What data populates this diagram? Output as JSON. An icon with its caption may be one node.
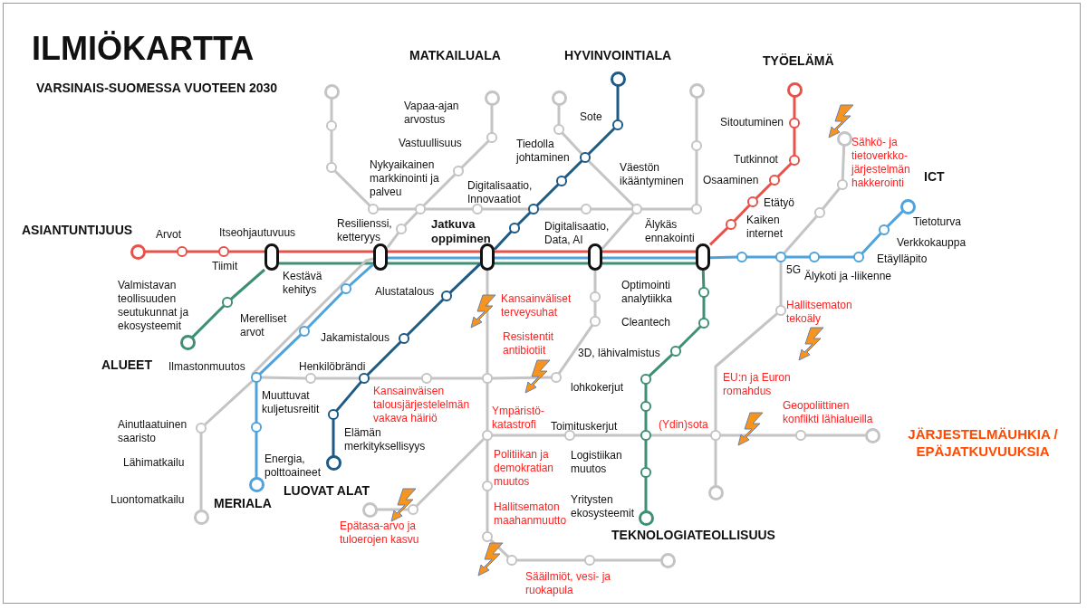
{
  "diagram": {
    "title": "ILMIÖKARTTA",
    "nodes": [
      {
        "text": [],
        "shape": "circle"
      },
      {
        "text": [],
        "shape": "circle",
        "beside": [
          "Arvot"
        ]
      },
      {
        "text": [],
        "shape": "circle",
        "beside": [
          "Tiimit"
        ]
      },
      {
        "text": [],
        "shape": "box",
        "beside": [
          "Itseohjautuvuus"
        ]
      },
      {
        "text": [],
        "shape": "box",
        "beside": [
          "Resilienssi, ketteryys"
        ]
      },
      {
        "text": [],
        "shape": "box",
        "beside": [
          "Jatkuva oppiminen"
        ]
      },
      {
        "text": [],
        "shape": "box",
        "beside": [
          "Digitalisaatio, Data, AI"
        ]
      },
      {
        "text": [],
        "shape": "box",
        "beside": [
          "Älykäs ennakointi"
        ]
      },
      {
        "text": [],
        "shape": "circle"
      },
      {
        "text": [],
        "shape": "circle",
        "beside": [
          "Etätyö"
        ]
      },
      {
        "text": [],
        "shape": "circle",
        "beside": [
          "Osaaminen"
        ]
      },
      {
        "text": [],
        "shape": "circle",
        "beside": [
          "Tutkinnot"
        ]
      },
      {
        "text": [],
        "shape": "circle",
        "beside": [
          "Sitoutuminen"
        ]
      },
      {
        "text": [],
        "shape": "circle"
      },
      {
        "text": [],
        "shape": "circle",
        "beside": [
          "Valmistavan teollisuuden seutukunnat ja ekosysteemit"
        ]
      },
      {
        "text": [],
        "shape": "circle"
      },
      {
        "text": [],
        "shape": "circle",
        "beside": [
          "Optimointi analytiikka"
        ]
      },
      {
        "text": [],
        "shape": "circle",
        "beside": [
          "Cleantech"
        ]
      },
      {
        "text": [],
        "shape": "circle",
        "beside": [
          "3D, lähivalmistus"
        ]
      },
      {
        "text": [],
        "shape": "circle"
      },
      {
        "text": [],
        "shape": "circle"
      },
      {
        "text": [],
        "shape": "circle"
      },
      {
        "text": [],
        "shape": "circle"
      },
      {
        "text": [],
        "shape": "circle"
      },
      {
        "text": [],
        "shape": "circle",
        "beside": [
          "Energia, polttoaineet"
        ]
      },
      {
        "text": [],
        "shape": "circle",
        "beside": [
          "Muuttuvat kuljetusreitit"
        ]
      },
      {
        "text": [],
        "shape": "circle",
        "beside": [
          "Ilmastonmuutos"
        ]
      },
      {
        "text": [],
        "shape": "circle",
        "beside": [
          "Merelliset arvot"
        ]
      },
      {
        "text": [],
        "shape": "circle"
      },
      {
        "text": [],
        "shape": "circle",
        "beside": [
          "Kaiken internet"
        ]
      },
      {
        "text": [],
        "shape": "circle",
        "beside": [
          "5G"
        ]
      },
      {
        "text": [],
        "shape": "circle",
        "beside": [
          "Älykoti ja -liikenne"
        ]
      },
      {
        "text": [],
        "shape": "circle",
        "beside": [
          "Etäylläpito"
        ]
      },
      {
        "text": [],
        "shape": "circle",
        "beside": [
          "Verkkokauppa"
        ]
      },
      {
        "text": [],
        "shape": "circle",
        "beside": [
          "Tietoturva"
        ]
      },
      {
        "text": [],
        "shape": "circle"
      },
      {
        "text": [],
        "shape": "circle",
        "beside": [
          "Elämän merkityksellisyys"
        ]
      },
      {
        "text": [],
        "shape": "circle",
        "beside": [
          "Henkilöbrändi"
        ]
      },
      {
        "text": [],
        "shape": "circle",
        "beside": [
          "Jakamistalous"
        ]
      },
      {
        "text": [],
        "shape": "circle",
        "beside": [
          "Alustatalous"
        ]
      },
      {
        "text": [],
        "shape": "circle"
      },
      {
        "text": [],
        "shape": "circle",
        "beside": [
          "Digitalisaatio, Innovaatiot"
        ]
      },
      {
        "text": [],
        "shape": "circle"
      },
      {
        "text": [],
        "shape": "circle",
        "beside": [
          "Tiedolla johtaminen"
        ]
      },
      {
        "text": [],
        "shape": "circle",
        "beside": [
          "Sote"
        ]
      },
      {
        "text": [],
        "shape": "circle"
      },
      {
        "text": [],
        "shape": "circle"
      },
      {
        "text": [],
        "shape": "circle"
      },
      {
        "text": [],
        "shape": "circle"
      },
      {
        "text": [],
        "shape": "circle"
      },
      {
        "text": [],
        "shape": "circle"
      },
      {
        "text": [],
        "shape": "circle"
      },
      {
        "text": [],
        "shape": "circle"
      },
      {
        "text": [],
        "shape": "circle"
      },
      {
        "text": [],
        "shape": "circle"
      },
      {
        "text": [],
        "shape": "circle"
      },
      {
        "text": [],
        "shape": "circle"
      },
      {
        "text": [],
        "shape": "circle"
      },
      {
        "text": [],
        "shape": "circle",
        "beside": [
          "Vastuullisuus"
        ]
      },
      {
        "text": [],
        "shape": "circle",
        "beside": [
          "Vapaa-ajan arvostus"
        ]
      },
      {
        "text": [],
        "shape": "circle"
      },
      {
        "text": [],
        "shape": "circle",
        "beside": [
          "Ainutlaatuinen saaristo"
        ]
      },
      {
        "text": [],
        "shape": "circle",
        "beside": [
          "Luontomatkailu"
        ]
      },
      {
        "text": [],
        "shape": "circle"
      },
      {
        "text": [],
        "shape": "circle"
      },
      {
        "text": [],
        "shape": "circle"
      },
      {
        "text": [],
        "shape": "circle"
      },
      {
        "text": [],
        "shape": "circle",
        "beside": [
          "lohkokerjut"
        ]
      },
      {
        "text": [],
        "shape": "circle"
      },
      {
        "text": [],
        "shape": "circle"
      },
      {
        "text": [],
        "shape": "circle"
      },
      {
        "text": [],
        "shape": "circle"
      },
      {
        "text": [],
        "shape": "circle"
      },
      {
        "text": [],
        "shape": "circle"
      },
      {
        "text": [],
        "shape": "circle"
      },
      {
        "text": [],
        "shape": "circle"
      },
      {
        "text": [],
        "shape": "circle"
      },
      {
        "text": [],
        "shape": "circle",
        "beside": [
          "Toimituskerjut"
        ]
      },
      {
        "text": [],
        "shape": "circle"
      },
      {
        "text": [],
        "shape": "circle"
      },
      {
        "text": [],
        "shape": "circle"
      },
      {
        "text": [],
        "shape": "circle"
      },
      {
        "text": [],
        "shape": "circle"
      },
      {
        "text": [],
        "shape": "circle"
      },
      {
        "text": [],
        "shape": "circle"
      },
      {
        "text": [],
        "shape": "circle"
      },
      {
        "text": [],
        "shape": "circle"
      },
      {
        "text": [],
        "shape": "circle"
      }
    ],
    "edges": [
      {
        "from": 0,
        "to": 1,
        "arrow": "none",
        "color": "#e8524a"
      },
      {
        "from": 1,
        "to": 2,
        "arrow": "none",
        "color": "#e8524a"
      },
      {
        "from": 2,
        "to": 3,
        "arrow": "none",
        "color": "#e8524a"
      },
      {
        "from": 3,
        "to": 4,
        "arrow": "none",
        "color": "#e8524a"
      },
      {
        "from": 4,
        "to": 5,
        "arrow": "none",
        "color": "#e8524a"
      },
      {
        "from": 5,
        "to": 6,
        "arrow": "none",
        "color": "#e8524a"
      },
      {
        "from": 6,
        "to": 7,
        "arrow": "none",
        "color": "#e8524a"
      },
      {
        "from": 7,
        "to": 8,
        "arrow": "none",
        "color": "#e8524a"
      },
      {
        "from": 8,
        "to": 9,
        "arrow": "none",
        "color": "#e8524a"
      },
      {
        "from": 9,
        "to": 10,
        "arrow": "none",
        "color": "#e8524a"
      },
      {
        "from": 10,
        "to": 11,
        "arrow": "none",
        "color": "#e8524a"
      },
      {
        "from": 11,
        "to": 12,
        "arrow": "none",
        "color": "#e8524a"
      },
      {
        "from": 12,
        "to": 13,
        "arrow": "none",
        "color": "#e8524a"
      },
      {
        "from": 14,
        "to": 15,
        "arrow": "none",
        "color": "#3f8f74"
      },
      {
        "from": 15,
        "to": 3,
        "arrow": "none",
        "color": "#3f8f74"
      },
      {
        "from": 3,
        "to": 4,
        "arrow": "none",
        "color": "#3f8f74"
      },
      {
        "from": 4,
        "to": 5,
        "arrow": "none",
        "color": "#3f8f74"
      },
      {
        "from": 5,
        "to": 6,
        "arrow": "none",
        "color": "#3f8f74"
      },
      {
        "from": 6,
        "to": 7,
        "arrow": "none",
        "color": "#3f8f74"
      },
      {
        "from": 7,
        "to": 16,
        "arrow": "none",
        "color": "#3f8f74"
      },
      {
        "from": 16,
        "to": 17,
        "arrow": "none",
        "color": "#3f8f74"
      },
      {
        "from": 17,
        "to": 18,
        "arrow": "none",
        "color": "#3f8f74"
      },
      {
        "from": 18,
        "to": 19,
        "arrow": "none",
        "color": "#3f8f74"
      },
      {
        "from": 19,
        "to": 20,
        "arrow": "none",
        "color": "#3f8f74"
      },
      {
        "from": 20,
        "to": 21,
        "arrow": "none",
        "color": "#3f8f74"
      },
      {
        "from": 21,
        "to": 22,
        "arrow": "none",
        "color": "#3f8f74"
      },
      {
        "from": 22,
        "to": 23,
        "arrow": "none",
        "color": "#3f8f74"
      },
      {
        "from": 24,
        "to": 25,
        "arrow": "none",
        "color": "#4fa3dc"
      },
      {
        "from": 25,
        "to": 26,
        "arrow": "none",
        "color": "#4fa3dc"
      },
      {
        "from": 26,
        "to": 27,
        "arrow": "none",
        "color": "#4fa3dc"
      },
      {
        "from": 27,
        "to": 28,
        "arrow": "none",
        "color": "#4fa3dc"
      },
      {
        "from": 28,
        "to": 4,
        "arrow": "none",
        "color": "#4fa3dc"
      },
      {
        "from": 4,
        "to": 5,
        "arrow": "none",
        "color": "#4fa3dc"
      },
      {
        "from": 5,
        "to": 6,
        "arrow": "none",
        "color": "#4fa3dc"
      },
      {
        "from": 6,
        "to": 7,
        "arrow": "none",
        "color": "#4fa3dc"
      },
      {
        "from": 7,
        "to": 29,
        "arrow": "none",
        "color": "#4fa3dc"
      },
      {
        "from": 29,
        "to": 30,
        "arrow": "none",
        "color": "#4fa3dc"
      },
      {
        "from": 30,
        "to": 31,
        "arrow": "none",
        "color": "#4fa3dc"
      },
      {
        "from": 31,
        "to": 32,
        "arrow": "none",
        "color": "#4fa3dc"
      },
      {
        "from": 32,
        "to": 33,
        "arrow": "none",
        "color": "#4fa3dc"
      },
      {
        "from": 33,
        "to": 34,
        "arrow": "none",
        "color": "#4fa3dc"
      },
      {
        "from": 35,
        "to": 36,
        "arrow": "none",
        "color": "#1d5a86"
      },
      {
        "from": 36,
        "to": 37,
        "arrow": "none",
        "color": "#1d5a86"
      },
      {
        "from": 37,
        "to": 38,
        "arrow": "none",
        "color": "#1d5a86"
      },
      {
        "from": 38,
        "to": 39,
        "arrow": "none",
        "color": "#1d5a86"
      },
      {
        "from": 39,
        "to": 5,
        "arrow": "none",
        "color": "#1d5a86"
      },
      {
        "from": 5,
        "to": 40,
        "arrow": "none",
        "color": "#1d5a86"
      },
      {
        "from": 40,
        "to": 41,
        "arrow": "none",
        "color": "#1d5a86"
      },
      {
        "from": 41,
        "to": 42,
        "arrow": "none",
        "color": "#1d5a86"
      },
      {
        "from": 42,
        "to": 43,
        "arrow": "none",
        "color": "#1d5a86"
      },
      {
        "from": 43,
        "to": 44,
        "arrow": "none",
        "color": "#1d5a86"
      },
      {
        "from": 44,
        "to": 45,
        "arrow": "none",
        "color": "#1d5a86"
      },
      {
        "from": 46,
        "to": 47,
        "arrow": "none"
      },
      {
        "from": 47,
        "to": 48,
        "arrow": "none"
      },
      {
        "from": 48,
        "to": 49,
        "arrow": "none"
      },
      {
        "from": 49,
        "to": 50,
        "arrow": "none"
      },
      {
        "from": 50,
        "to": 51,
        "arrow": "none"
      },
      {
        "from": 51,
        "to": 41,
        "arrow": "none"
      },
      {
        "from": 41,
        "to": 52,
        "arrow": "none"
      },
      {
        "from": 52,
        "to": 53,
        "arrow": "none"
      },
      {
        "from": 53,
        "to": 54,
        "arrow": "none"
      },
      {
        "from": 54,
        "to": 55,
        "arrow": "none"
      },
      {
        "from": 55,
        "to": 56,
        "arrow": "none"
      },
      {
        "from": 50,
        "to": 57,
        "arrow": "none"
      },
      {
        "from": 57,
        "to": 58,
        "arrow": "none"
      },
      {
        "from": 58,
        "to": 59,
        "arrow": "none"
      },
      {
        "from": 50,
        "to": 60,
        "arrow": "none"
      },
      {
        "from": 60,
        "to": 4,
        "arrow": "none"
      },
      {
        "from": 4,
        "to": 26,
        "arrow": "none"
      },
      {
        "from": 26,
        "to": 61,
        "arrow": "none"
      },
      {
        "from": 61,
        "to": 62,
        "arrow": "none"
      },
      {
        "from": 63,
        "to": 64,
        "arrow": "none"
      },
      {
        "from": 64,
        "to": 43,
        "arrow": "none"
      },
      {
        "from": 43,
        "to": 53,
        "arrow": "none"
      },
      {
        "from": 53,
        "to": 6,
        "arrow": "none"
      },
      {
        "from": 6,
        "to": 65,
        "arrow": "none"
      },
      {
        "from": 65,
        "to": 66,
        "arrow": "none"
      },
      {
        "from": 66,
        "to": 67,
        "arrow": "none"
      },
      {
        "from": 67,
        "to": 68,
        "arrow": "none"
      },
      {
        "from": 68,
        "to": 69,
        "arrow": "none"
      },
      {
        "from": 69,
        "to": 37,
        "arrow": "none"
      },
      {
        "from": 37,
        "to": 70,
        "arrow": "none"
      },
      {
        "from": 70,
        "to": 26,
        "arrow": "none"
      },
      {
        "from": 5,
        "to": 68,
        "arrow": "none"
      },
      {
        "from": 68,
        "to": 71,
        "arrow": "none"
      },
      {
        "from": 71,
        "to": 72,
        "arrow": "none"
      },
      {
        "from": 72,
        "to": 73,
        "arrow": "none"
      },
      {
        "from": 73,
        "to": 74,
        "arrow": "none"
      },
      {
        "from": 74,
        "to": 75,
        "arrow": "none"
      },
      {
        "from": 75,
        "to": 76,
        "arrow": "none"
      },
      {
        "from": 71,
        "to": 77,
        "arrow": "none"
      },
      {
        "from": 77,
        "to": 21,
        "arrow": "none"
      },
      {
        "from": 21,
        "to": 78,
        "arrow": "none"
      },
      {
        "from": 78,
        "to": 79,
        "arrow": "none"
      },
      {
        "from": 79,
        "to": 80,
        "arrow": "none"
      },
      {
        "from": 78,
        "to": 81,
        "arrow": "none"
      },
      {
        "from": 30,
        "to": 82,
        "arrow": "none"
      },
      {
        "from": 82,
        "to": 78,
        "arrow": "none"
      },
      {
        "from": 30,
        "to": 83,
        "arrow": "none"
      },
      {
        "from": 83,
        "to": 84,
        "arrow": "none"
      },
      {
        "from": 84,
        "to": 85,
        "arrow": "none"
      },
      {
        "from": 71,
        "to": 86,
        "arrow": "none"
      },
      {
        "from": 86,
        "to": 87,
        "arrow": "none"
      }
    ],
    "labels": [
      "VARSINAIS-SUOMESSA VUOTEEN 2030",
      "MATKAILUALA",
      "HYVINVOINTIALA",
      "TYÖELÄMÄ",
      "Sähkö- ja tietoverkko-järjestelmän hakkerointi",
      "Nykyaikainen markkinointi ja palveu",
      "Väestön ikääntyminen",
      "ICT",
      "ASIANTUNTIJUUS",
      "Kestävä kehitys",
      "Kansainväliset terveysuhat",
      "Hallitsematon tekoäly",
      "Resistentit antibiotiit",
      "ALUEET",
      "Kansainväisen talousjärjestelelmän vakava häiriö",
      "EU:n ja Euron romahdus",
      "Geopoliittinen konflikti lähialueilla",
      "Ympäristö-katastrofi",
      "(Ydin)sota",
      "JÄRJESTELMÄUHKIA / EPÄJATKUVUUKSIA",
      "Politiikan ja demokratian muutos",
      "Logistiikan muutos",
      "Lähimatkailu",
      "LUOVAT ALAT",
      "MERIALA",
      "Hallitsematon maahanmuutto",
      "Yritysten ekosysteemit",
      "Epätasa-arvo ja tuloerojen kasvu",
      "TEKNOLOGIATEOLLISUUS",
      "Sääilmiöt, vesi- ja ruokapula"
    ]
  }
}
